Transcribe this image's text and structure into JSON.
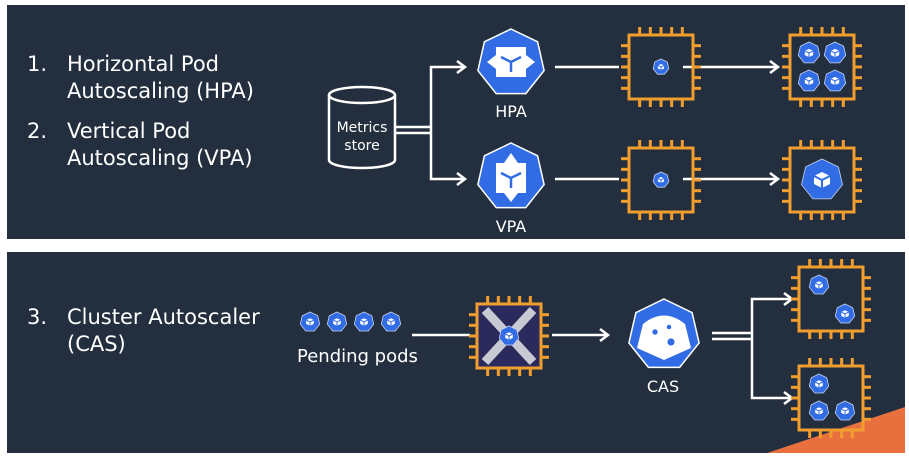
{
  "top_panel": {
    "items": [
      {
        "number": "1.",
        "line1": "Horizontal Pod",
        "line2": "Autoscaling (HPA)"
      },
      {
        "number": "2.",
        "line1": "Vertical Pod",
        "line2": "Autoscaling (VPA)"
      }
    ],
    "metrics_store": {
      "line1": "Metrics",
      "line2": "store"
    },
    "hpa_label": "HPA",
    "vpa_label": "VPA",
    "hpa_result_pods": 4,
    "vpa_result_pods": 1
  },
  "bottom_panel": {
    "item": {
      "number": "3.",
      "line1": "Cluster Autoscaler",
      "line2": "(CAS)"
    },
    "pending_label": "Pending pods",
    "pending_pod_count": 4,
    "cas_label": "CAS",
    "new_node_pods": [
      2,
      3
    ]
  },
  "colors": {
    "background": "#232f3e",
    "kubernetes_blue": "#326ce5",
    "chip_orange": "#f29e2f",
    "arrow_white": "#ffffff",
    "accent_orange": "#e8703f",
    "blocked_node_fill": "#2b2a5c",
    "blocked_x": "#c9c9d3"
  }
}
